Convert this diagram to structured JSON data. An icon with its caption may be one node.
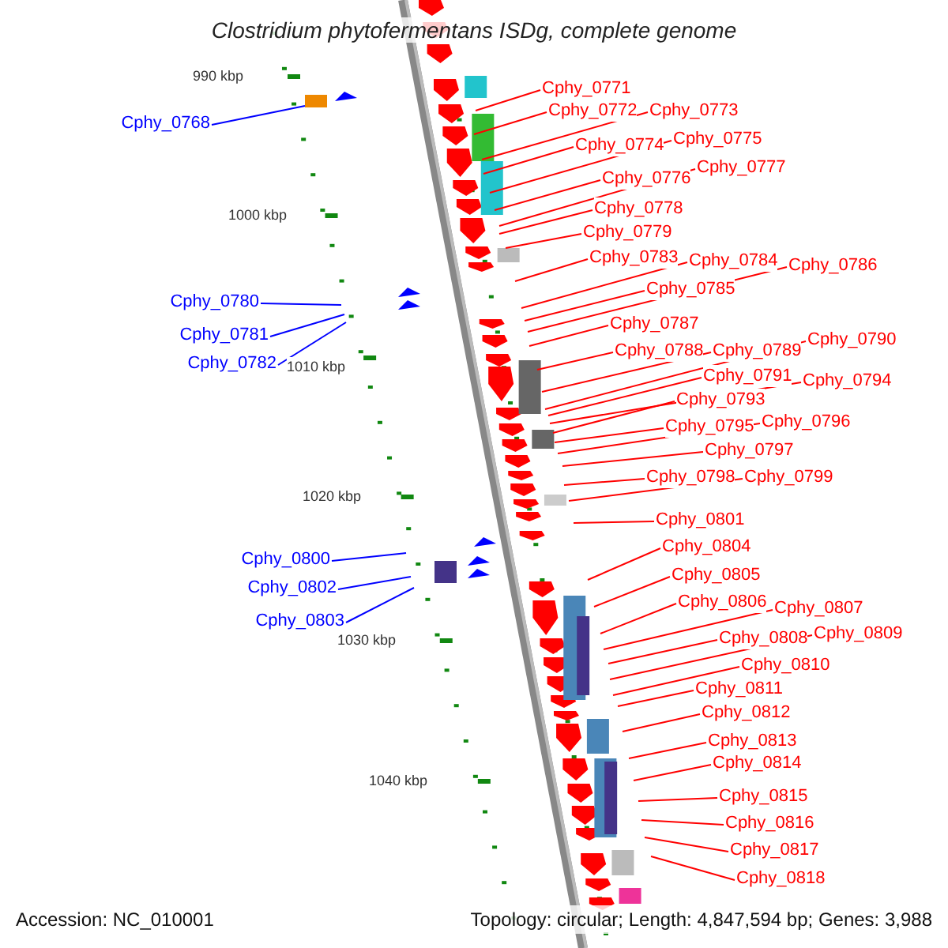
{
  "diagram": {
    "title": "Clostridium phytofermentans ISDg, complete genome",
    "nodes": [
      {
        "text": [
          "Cphy_0768"
        ]
      },
      {
        "text": [
          "Cphy_0771"
        ]
      },
      {
        "text": [
          "Cphy_0772"
        ]
      },
      {
        "text": [
          "Cphy_0773"
        ]
      },
      {
        "text": [
          "Cphy_0774"
        ]
      },
      {
        "text": [
          "Cphy_0775"
        ]
      },
      {
        "text": [
          "Cphy_0776"
        ]
      },
      {
        "text": [
          "Cphy_0777"
        ]
      },
      {
        "text": [
          "Cphy_0778"
        ]
      },
      {
        "text": [
          "Cphy_0779"
        ]
      },
      {
        "text": [
          "Cphy_0780"
        ]
      },
      {
        "text": [
          "Cphy_0781"
        ]
      },
      {
        "text": [
          "Cphy_0782"
        ]
      },
      {
        "text": [
          "Cphy_0783"
        ]
      },
      {
        "text": [
          "Cphy_0784"
        ]
      },
      {
        "text": [
          "Cphy_0785"
        ]
      },
      {
        "text": [
          "Cphy_0786"
        ]
      },
      {
        "text": [
          "Cphy_0787"
        ]
      },
      {
        "text": [
          "Cphy_0788"
        ]
      },
      {
        "text": [
          "Cphy_0789"
        ]
      },
      {
        "text": [
          "Cphy_0790"
        ]
      },
      {
        "text": [
          "Cphy_0791"
        ]
      },
      {
        "text": [
          "Cphy_0793"
        ]
      },
      {
        "text": [
          "Cphy_0794"
        ]
      },
      {
        "text": [
          "Cphy_0795"
        ]
      },
      {
        "text": [
          "Cphy_0796"
        ]
      },
      {
        "text": [
          "Cphy_0797"
        ]
      },
      {
        "text": [
          "Cphy_0798"
        ]
      },
      {
        "text": [
          "Cphy_0799"
        ]
      },
      {
        "text": [
          "Cphy_0800"
        ]
      },
      {
        "text": [
          "Cphy_0801"
        ]
      },
      {
        "text": [
          "Cphy_0802"
        ]
      },
      {
        "text": [
          "Cphy_0803"
        ]
      },
      {
        "text": [
          "Cphy_0804"
        ]
      },
      {
        "text": [
          "Cphy_0805"
        ]
      },
      {
        "text": [
          "Cphy_0806"
        ]
      },
      {
        "text": [
          "Cphy_0807"
        ]
      },
      {
        "text": [
          "Cphy_0808"
        ]
      },
      {
        "text": [
          "Cphy_0809"
        ]
      },
      {
        "text": [
          "Cphy_0810"
        ]
      },
      {
        "text": [
          "Cphy_0811"
        ]
      },
      {
        "text": [
          "Cphy_0812"
        ]
      },
      {
        "text": [
          "Cphy_0813"
        ]
      },
      {
        "text": [
          "Cphy_0814"
        ]
      },
      {
        "text": [
          "Cphy_0815"
        ]
      },
      {
        "text": [
          "Cphy_0816"
        ]
      },
      {
        "text": [
          "Cphy_0817"
        ]
      },
      {
        "text": [
          "Cphy_0818"
        ]
      }
    ],
    "edges": [
      {
        "from": 0,
        "to": null,
        "arrow": "none",
        "color": "#0000ff"
      },
      {
        "from": 1,
        "to": null,
        "arrow": "none"
      },
      {
        "from": 2,
        "to": null,
        "arrow": "none"
      },
      {
        "from": 3,
        "to": null,
        "arrow": "none"
      },
      {
        "from": 4,
        "to": null,
        "arrow": "none"
      },
      {
        "from": 5,
        "to": null,
        "arrow": "none"
      },
      {
        "from": 6,
        "to": null,
        "arrow": "none"
      },
      {
        "from": 7,
        "to": null,
        "arrow": "none"
      },
      {
        "from": 8,
        "to": null,
        "arrow": "none"
      },
      {
        "from": 9,
        "to": null,
        "arrow": "none"
      },
      {
        "from": 10,
        "to": null,
        "arrow": "none",
        "color": "#0000ff"
      },
      {
        "from": 11,
        "to": null,
        "arrow": "none",
        "color": "#0000ff"
      },
      {
        "from": 12,
        "to": null,
        "arrow": "none",
        "color": "#0000ff"
      },
      {
        "from": 13,
        "to": null,
        "arrow": "none"
      },
      {
        "from": 14,
        "to": null,
        "arrow": "none"
      },
      {
        "from": 15,
        "to": null,
        "arrow": "none"
      },
      {
        "from": 16,
        "to": null,
        "arrow": "none"
      },
      {
        "from": 17,
        "to": null,
        "arrow": "none"
      },
      {
        "from": 18,
        "to": null,
        "arrow": "none"
      },
      {
        "from": 19,
        "to": null,
        "arrow": "none"
      },
      {
        "from": 20,
        "to": null,
        "arrow": "none"
      },
      {
        "from": 21,
        "to": null,
        "arrow": "none"
      },
      {
        "from": 22,
        "to": null,
        "arrow": "none"
      },
      {
        "from": 23,
        "to": null,
        "arrow": "none"
      },
      {
        "from": 24,
        "to": null,
        "arrow": "none"
      },
      {
        "from": 25,
        "to": null,
        "arrow": "none"
      },
      {
        "from": 26,
        "to": null,
        "arrow": "none"
      },
      {
        "from": 27,
        "to": null,
        "arrow": "none"
      },
      {
        "from": 28,
        "to": null,
        "arrow": "none"
      },
      {
        "from": 29,
        "to": null,
        "arrow": "none",
        "color": "#0000ff"
      },
      {
        "from": 30,
        "to": null,
        "arrow": "none"
      },
      {
        "from": 31,
        "to": null,
        "arrow": "none",
        "color": "#0000ff"
      },
      {
        "from": 32,
        "to": null,
        "arrow": "none",
        "color": "#0000ff"
      },
      {
        "from": 33,
        "to": null,
        "arrow": "none"
      },
      {
        "from": 34,
        "to": null,
        "arrow": "none"
      },
      {
        "from": 35,
        "to": null,
        "arrow": "none"
      },
      {
        "from": 36,
        "to": null,
        "arrow": "none"
      },
      {
        "from": 37,
        "to": null,
        "arrow": "none"
      },
      {
        "from": 38,
        "to": null,
        "arrow": "none"
      },
      {
        "from": 39,
        "to": null,
        "arrow": "none"
      },
      {
        "from": 40,
        "to": null,
        "arrow": "none"
      },
      {
        "from": 41,
        "to": null,
        "arrow": "none"
      },
      {
        "from": 42,
        "to": null,
        "arrow": "none"
      },
      {
        "from": 43,
        "to": null,
        "arrow": "none"
      },
      {
        "from": 44,
        "to": null,
        "arrow": "none"
      },
      {
        "from": 45,
        "to": null,
        "arrow": "none"
      },
      {
        "from": 46,
        "to": null,
        "arrow": "none"
      },
      {
        "from": 47,
        "to": null,
        "arrow": "none"
      }
    ],
    "labels": [
      "990 kbp",
      "1000 kbp",
      "1010 kbp",
      "1020 kbp",
      "1030 kbp",
      "1040 kbp",
      "Accession: NC_010001",
      "Topology: circular; Length: 4,847,594 bp; Genes: 3,988"
    ]
  }
}
